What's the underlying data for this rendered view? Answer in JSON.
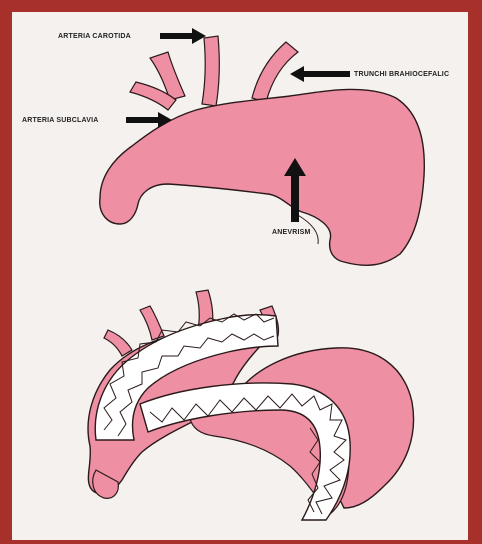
{
  "labels": {
    "carotid": "ARTERIA CAROTIDA",
    "subclavian_left": "ARTERIA SUBCLAVIA",
    "subclavian_right": "TRUNCHI BRAHIOCEFALIC",
    "aneurysm": "ANEVRISM"
  },
  "colors": {
    "frame": "#a8302a",
    "panel": "#f4f1ef",
    "tissue": "#ef8fa4",
    "outline": "#2a1a1a",
    "stent": "#ffffff"
  }
}
